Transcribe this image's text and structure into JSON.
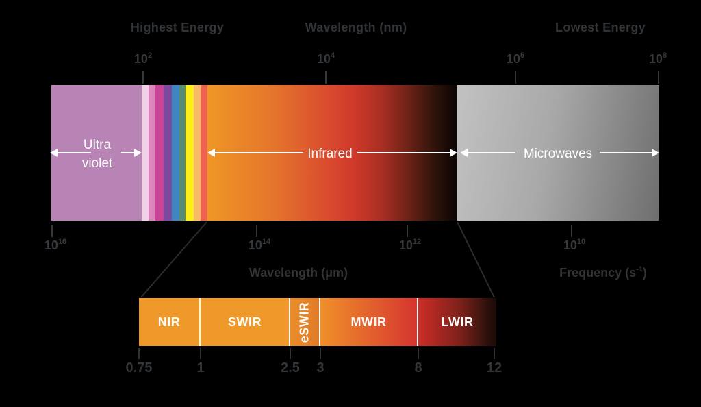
{
  "title_row": {
    "highest_energy": "Highest Energy",
    "wavelength_nm": "Wavelength (nm)",
    "lowest_energy": "Lowest Energy"
  },
  "top_axis_ticks": [
    {
      "base": "10",
      "exp": "2"
    },
    {
      "base": "10",
      "exp": "4"
    },
    {
      "base": "10",
      "exp": "6"
    },
    {
      "base": "10",
      "exp": "8"
    }
  ],
  "bottom_axis_ticks": [
    {
      "base": "10",
      "exp": "16"
    },
    {
      "base": "10",
      "exp": "14"
    },
    {
      "base": "10",
      "exp": "12"
    },
    {
      "base": "10",
      "exp": "10"
    }
  ],
  "axis_captions": {
    "wavelength_um": "Wavelength (μm)",
    "frequency_prefix": "Frequency (s",
    "frequency_exp": "-1",
    "frequency_suffix": ")"
  },
  "spectrum_bands": {
    "ultraviolet": {
      "label_line1": "Ultra",
      "label_line2": "violet",
      "color": "#b884b6"
    },
    "visible_stripe_colors": [
      "#f0d2e6",
      "#dc84bb",
      "#cb4397",
      "#7b4a9e",
      "#3f86c3",
      "#578c77",
      "#fcee18",
      "#fabb68",
      "#ee6350"
    ],
    "infrared": {
      "label": "Infrared",
      "gradient_start": "#ef9726",
      "gradient_end": "#0b0503"
    },
    "microwaves": {
      "label": "Microwaves",
      "gradient_start": "#c2c2c2",
      "gradient_end": "#6e6e6e"
    }
  },
  "ir_zoom_bands": {
    "segments": [
      {
        "label": "NIR"
      },
      {
        "label": "SWIR"
      },
      {
        "label": "eSWIR"
      },
      {
        "label": "MWIR"
      },
      {
        "label": "LWIR"
      }
    ],
    "tick_labels": [
      "0.75",
      "1",
      "2.5",
      "3",
      "8",
      "12"
    ]
  }
}
